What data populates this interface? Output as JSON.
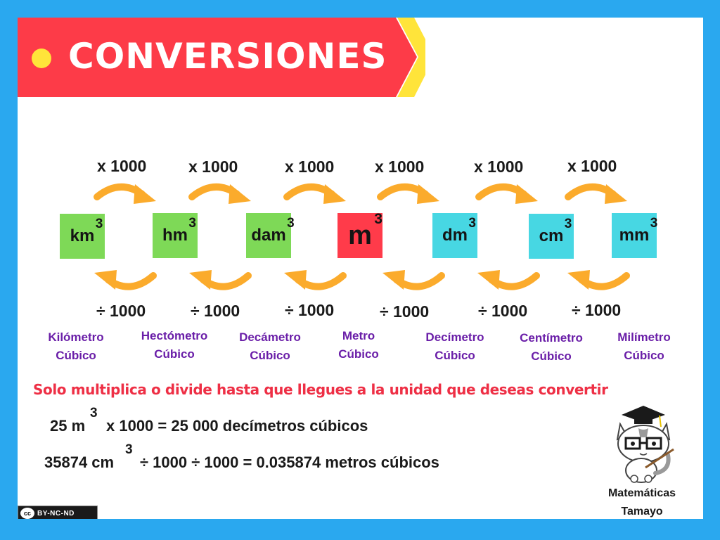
{
  "title": "CONVERSIONES",
  "multiply_labels": [
    "x 1000",
    "x 1000",
    "x 1000",
    "x 1000",
    "x 1000",
    "x 1000"
  ],
  "divide_labels": [
    "÷ 1000",
    "÷ 1000",
    "÷ 1000",
    "÷ 1000",
    "÷ 1000",
    "÷ 1000"
  ],
  "units": [
    {
      "base": "km",
      "exp": "3",
      "color": "#7ed957"
    },
    {
      "base": "hm",
      "exp": "3",
      "color": "#7ed957"
    },
    {
      "base": "dam",
      "exp": "3",
      "color": "#7ed957"
    },
    {
      "base": "m",
      "exp": "3",
      "color": "#ff3b4a"
    },
    {
      "base": "dm",
      "exp": "3",
      "color": "#47d7e3"
    },
    {
      "base": "cm",
      "exp": "3",
      "color": "#47d7e3"
    },
    {
      "base": "mm",
      "exp": "3",
      "color": "#47d7e3"
    }
  ],
  "unit_names": [
    {
      "line1": "Kilómetro",
      "line2": "Cúbico"
    },
    {
      "line1": "Hectómetro",
      "line2": "Cúbico"
    },
    {
      "line1": "Decámetro",
      "line2": "Cúbico"
    },
    {
      "line1": "Metro",
      "line2": "Cúbico"
    },
    {
      "line1": "Decímetro",
      "line2": "Cúbico"
    },
    {
      "line1": "Centímetro",
      "line2": "Cúbico"
    },
    {
      "line1": "Milímetro",
      "line2": "Cúbico"
    }
  ],
  "rule": "Solo multiplica o divide hasta que llegues a la unidad que deseas convertir",
  "example1": {
    "left": "25 m",
    "exp": "3",
    "rest": "x   1000 = 25 000 decímetros cúbicos"
  },
  "example2": {
    "left": "35874 cm",
    "exp": "3",
    "rest": "÷ 1000 ÷ 1000 =  0.035874 metros cúbicos"
  },
  "author": {
    "line1": "Matemáticas",
    "line2": "Tamayo"
  },
  "license": {
    "cc": "cc",
    "text": "BY-NC-ND"
  },
  "colors": {
    "background": "#2aa8ef",
    "banner": "#fd3b48",
    "banner_accent": "#ffe43a",
    "arrow": "#fbab2c",
    "name_text": "#6a1ea8",
    "rule_text": "#ee2f45"
  }
}
